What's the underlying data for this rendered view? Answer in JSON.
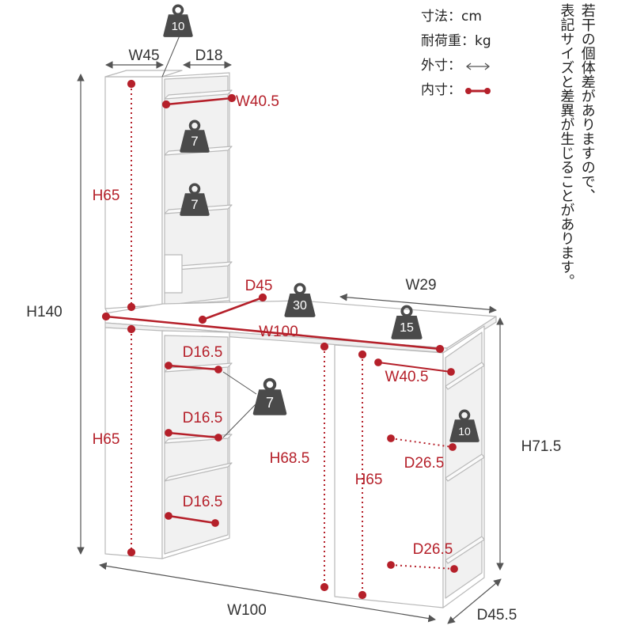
{
  "legend": {
    "size_label": "寸法：cm",
    "load_label": "耐荷重：kg",
    "outer_label": "外寸：",
    "inner_label": "内寸：",
    "outer_color": "#555555",
    "inner_color": "#b5202a"
  },
  "note": {
    "line1": "若干の個体差がありますので、",
    "line2": "表記サイズと差異が生じることがあります。"
  },
  "dimensions": {
    "top_w": "W45",
    "top_d": "D18",
    "top_inner_w": "W40.5",
    "tower_h_upper": "H65",
    "tower_h_lower": "H65",
    "total_h": "H140",
    "desk_d": "D45",
    "desk_w_inner": "W100",
    "desk_right_w": "W29",
    "shelf_d1": "D16.5",
    "shelf_d2": "D16.5",
    "shelf_d3": "D16.5",
    "desk_knee_h": "H68.5",
    "right_inner_w": "W40.5",
    "right_inner_h": "H65",
    "right_d1": "D26.5",
    "right_d2": "D26.5",
    "right_total_h": "H71.5",
    "bottom_w": "W100",
    "bottom_d": "D45.5"
  },
  "loads": {
    "top": "10",
    "tower_shelf1": "7",
    "tower_shelf2": "7",
    "desk": "30",
    "desk_right": "15",
    "lower_shelves": "7",
    "right_shelf": "10"
  },
  "colors": {
    "board": "#ffffff",
    "board_edge": "#b9b9b9",
    "shadow": "#e9e9e9",
    "weight": "#4a4a4a"
  }
}
